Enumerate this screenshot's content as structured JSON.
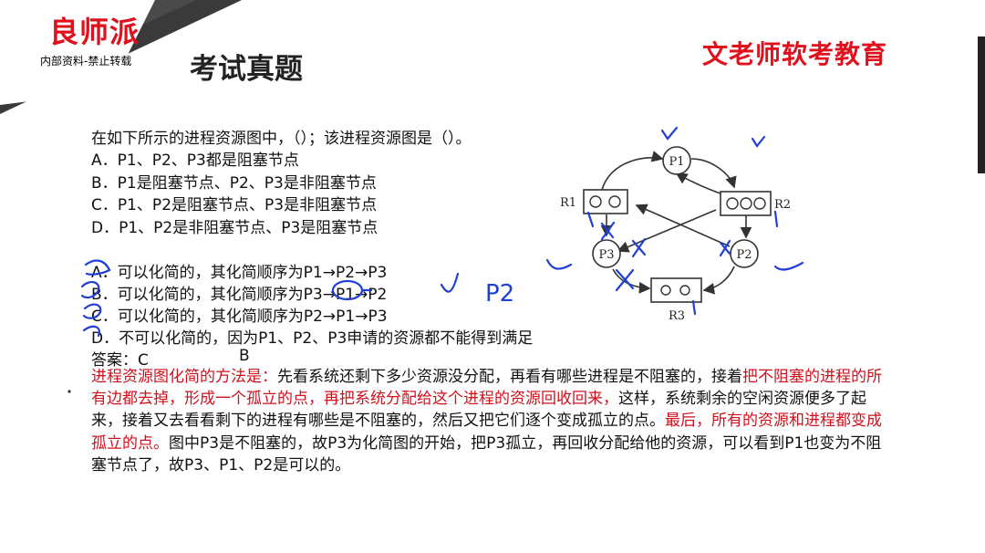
{
  "brand": {
    "name": "良师派",
    "internal_note": "内部资料-禁止转载"
  },
  "header": {
    "title": "考试真题",
    "teacher": "文老师软考教育"
  },
  "question": {
    "stem": "在如下所示的进程资源图中，（）；该进程资源图是（）。",
    "options1": [
      "A．P1、P2、P3都是阻塞节点",
      "B．P1是阻塞节点、P2、P3是非阻塞节点",
      "C．P1、P2是阻塞节点、P3是非阻塞节点",
      "D．P1、P2是非阻塞节点、P3是阻塞节点"
    ],
    "options2": [
      "A．可以化简的，其化简顺序为P1→P2→P3",
      "B．可以化简的，其化简顺序为P3→P1→P2",
      "C．可以化简的，其化简顺序为P2→P1→P3",
      "D．不可以化简的，因为P1、P2、P3申请的资源都不能得到满足"
    ],
    "answer_label": "答案：C",
    "answer_second": "B"
  },
  "explanation": {
    "p1_red": "进程资源图化简的方法是：",
    "p2": "先看系统还剩下多少资源没分配，再看有哪些进程是不阻塞的，接着",
    "p3_red": "把不阻塞的进程的所有边都去掉，形成一个孤立的点，再把系统分配给这个进程的资源回收回来，",
    "p4": "这样，系统剩余的空闲资源便多了起来，接着又去看看剩下的进程有哪些是不阻塞的，然后又把它们逐个变成孤立的点。",
    "p5_red": "最后，所有的资源和进程都变成孤立的点。",
    "p6": "图中P3是不阻塞的，故P3为化简图的开始，把P3孤立，再回收分配给他的资源，可以看到P1也变为不阻塞节点了，故P3、P1、P2是可以的。"
  },
  "diagram": {
    "processes": [
      "P1",
      "P2",
      "P3"
    ],
    "resources": [
      "R1",
      "R2",
      "R3"
    ]
  },
  "annotations": {
    "handwritten_note": "P2"
  },
  "colors": {
    "brand_red": "#e0101c",
    "emphasis_red": "#d0101c",
    "ink_blue": "#1f3fd6"
  }
}
